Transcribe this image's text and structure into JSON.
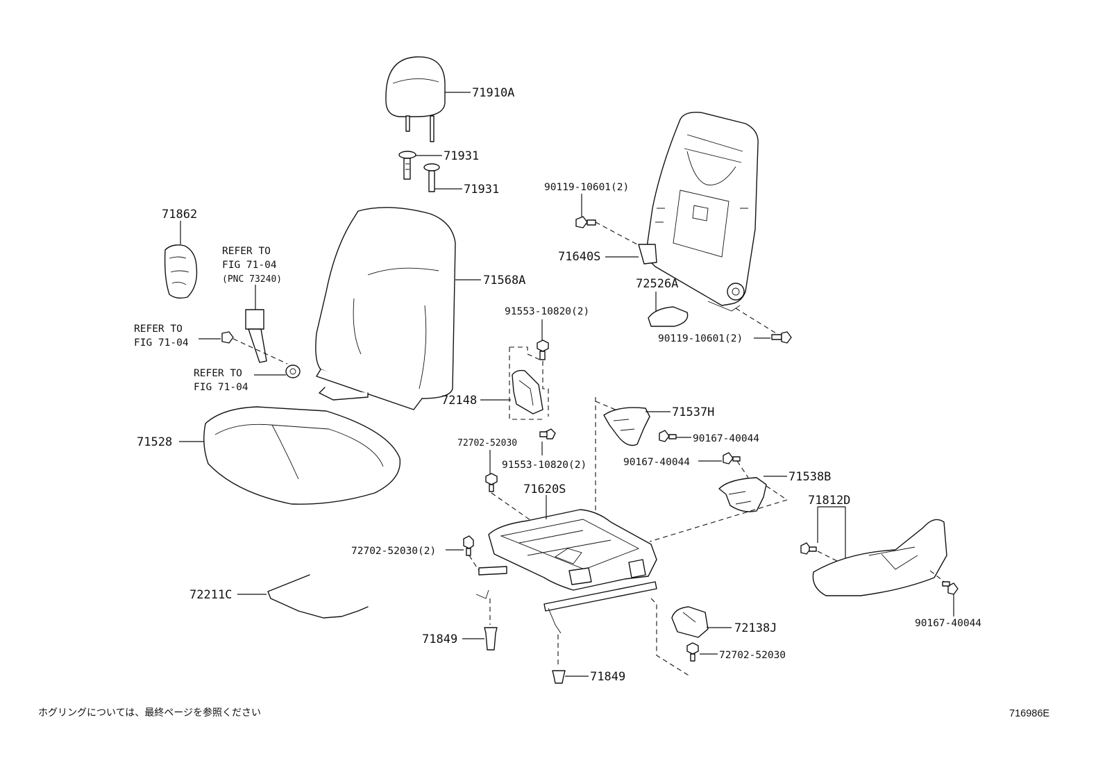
{
  "labels": {
    "headrest": "71910A",
    "support_upper": "71931",
    "support_lower": "71931",
    "cover_71862": "71862",
    "refer_a_line1": "REFER TO",
    "refer_a_line2": "FIG 71-04",
    "refer_a_line3": "(PNC 73240)",
    "refer_b_line1": "REFER TO",
    "refer_b_line2": "FIG 71-04",
    "refer_c_line1": "REFER TO",
    "refer_c_line2": "FIG 71-04",
    "back_cover": "71568A",
    "cushion": "71528",
    "back_frame_bolt": "90119-10601(2)",
    "back_frame": "71640S",
    "cover_72526a": "72526A",
    "back_frame_bolt_lower": "90119-10601(2)",
    "bolt_91553_upper": "91553-10820(2)",
    "bracket_72148": "72148",
    "bolt_72702_a": "72702-52030",
    "bolt_91553_lower": "91553-10820(2)",
    "cover_71537h": "71537H",
    "screw_90167_a": "90167-40044",
    "screw_90167_b": "90167-40044",
    "cover_71538b": "71538B",
    "cushion_frame": "71620S",
    "shield_71812d": "71812D",
    "bolt_72702_2": "72702-52030(2)",
    "wire_72211c": "72211C",
    "screw_90167_c": "90167-40044",
    "cover_72138j": "72138J",
    "bolt_72702_b": "72702-52030",
    "stopper_a": "71849",
    "stopper_b": "71849"
  },
  "footer": {
    "note": "ホグリングについては、最終ページを参照ください",
    "code": "716986E"
  }
}
